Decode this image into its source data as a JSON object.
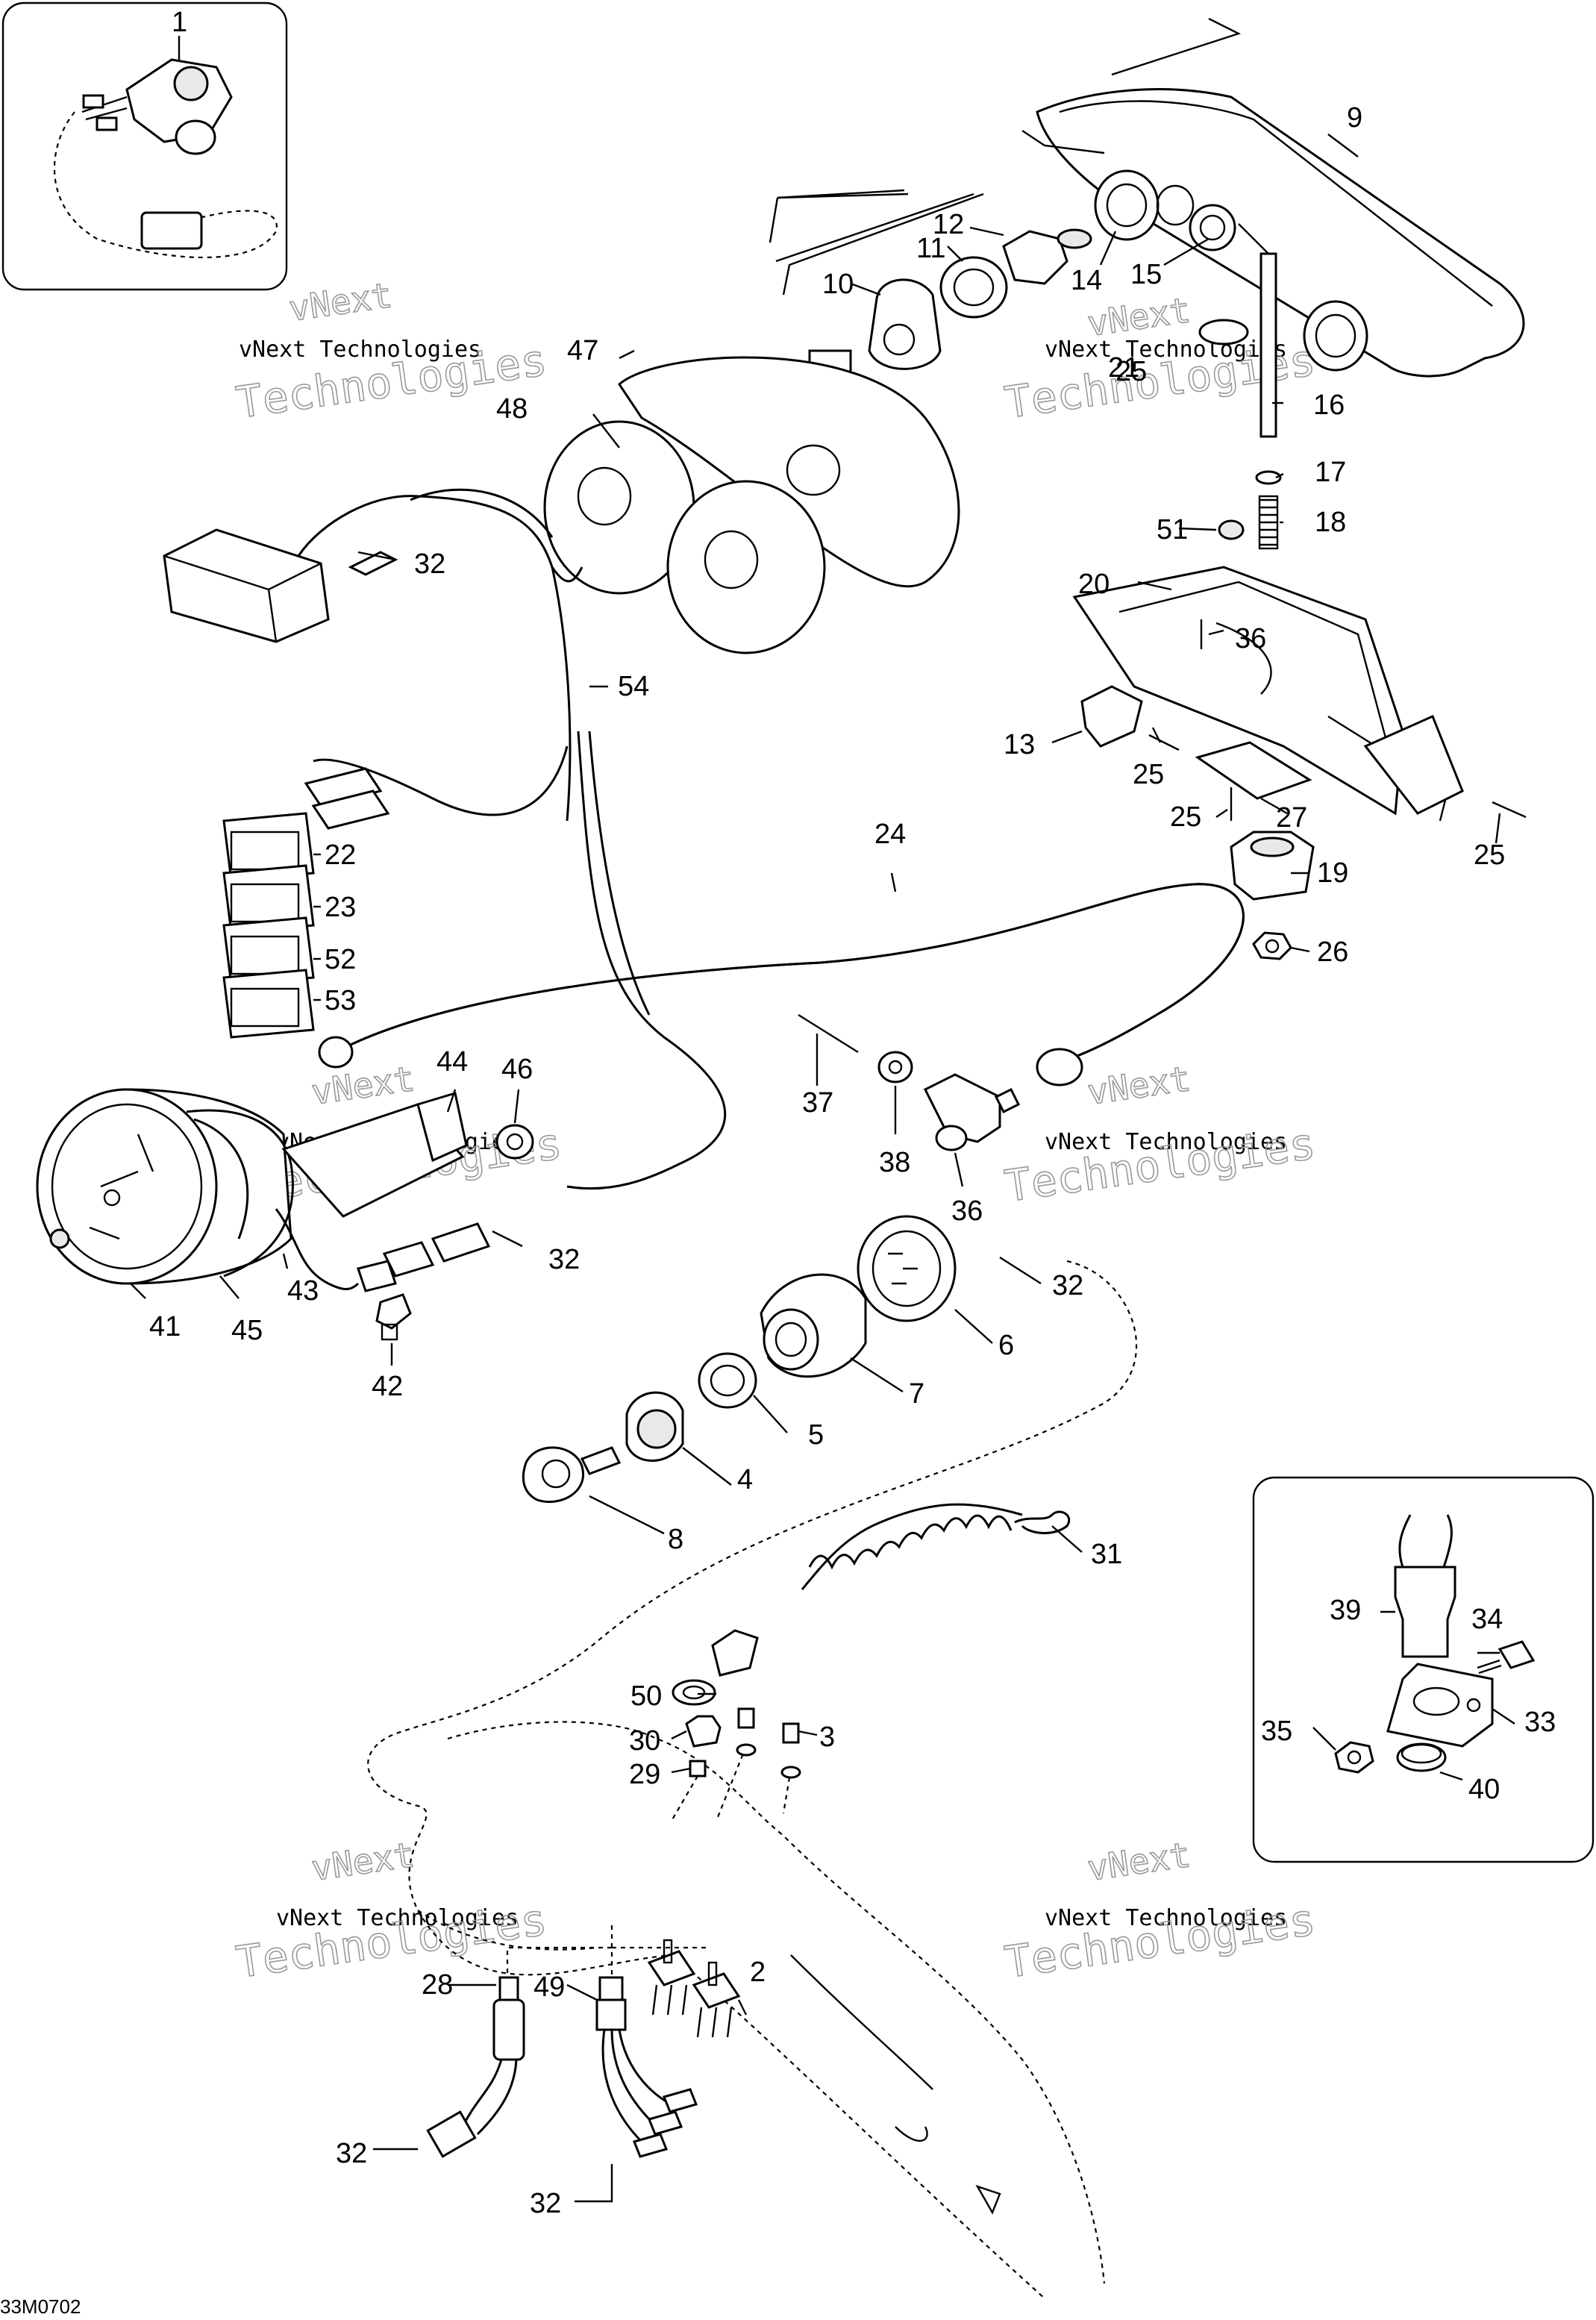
{
  "diagram_code": "33M0702",
  "callouts": [
    "1",
    "2",
    "3",
    "4",
    "5",
    "6",
    "7",
    "8",
    "9",
    "10",
    "11",
    "12",
    "13",
    "14",
    "15",
    "16",
    "17",
    "18",
    "19",
    "20",
    "21",
    "22",
    "23",
    "24",
    "25",
    "25",
    "25",
    "25",
    "26",
    "27",
    "28",
    "29",
    "30",
    "31",
    "32",
    "32",
    "32",
    "32",
    "32",
    "32",
    "33",
    "34",
    "35",
    "36",
    "36",
    "37",
    "38",
    "39",
    "40",
    "41",
    "42",
    "43",
    "44",
    "45",
    "46",
    "47",
    "48",
    "49",
    "50",
    "51",
    "52",
    "53",
    "54"
  ],
  "watermark": {
    "line1": "vNext Technologies",
    "line2": "Technologies",
    "line3": "vNext"
  }
}
